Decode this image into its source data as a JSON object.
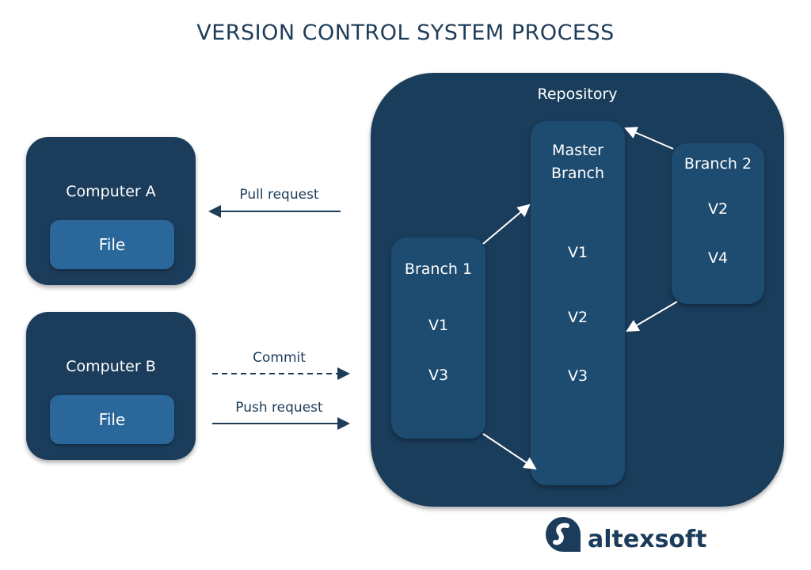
{
  "title": "VERSION CONTROL SYSTEM PROCESS",
  "computers": [
    {
      "label": "Computer A",
      "file": "File"
    },
    {
      "label": "Computer B",
      "file": "File"
    }
  ],
  "arrows": {
    "pull": "Pull request",
    "commit": "Commit",
    "push": "Push request"
  },
  "repository": {
    "label": "Repository",
    "master": {
      "label_line1": "Master",
      "label_line2": "Branch",
      "versions": [
        "V1",
        "V2",
        "V3"
      ]
    },
    "branch1": {
      "label": "Branch 1",
      "versions": [
        "V1",
        "V3"
      ]
    },
    "branch2": {
      "label": "Branch 2",
      "versions": [
        "V2",
        "V4"
      ]
    }
  },
  "logo": {
    "text": "altexsoft"
  },
  "colors": {
    "dark": "#1a3d5c",
    "box": "#1e4b70",
    "file": "#2a679a"
  }
}
